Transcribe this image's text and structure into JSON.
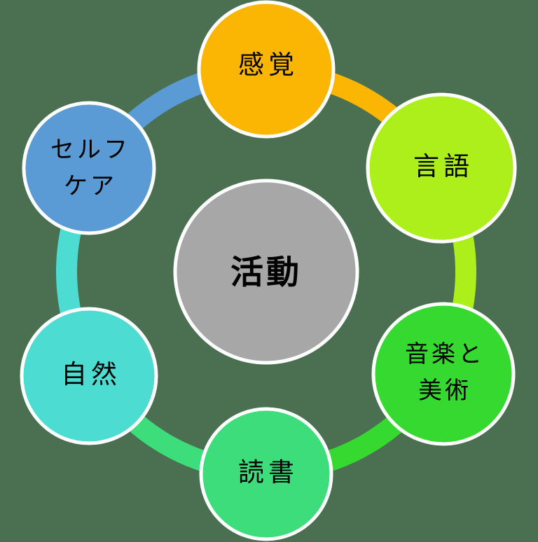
{
  "diagram": {
    "type": "cycle",
    "background_color": "#4A6F51",
    "center_node": {
      "label": "活動",
      "fill": "#A7A7A7",
      "border_color": "#FFFFFF",
      "text_color": "#000000"
    },
    "nodes": [
      {
        "id": "sensory",
        "label": "感覚",
        "lines": [
          "感覚"
        ],
        "fill": "#FBB503",
        "position": "top"
      },
      {
        "id": "language",
        "label": "言語",
        "lines": [
          "言語"
        ],
        "fill": "#ADEF1A",
        "position": "top-right"
      },
      {
        "id": "music-art",
        "label": "音楽と美術",
        "lines": [
          "音楽と",
          "美術"
        ],
        "fill": "#36D92F",
        "position": "bottom-right"
      },
      {
        "id": "reading",
        "label": "読書",
        "lines": [
          "読書"
        ],
        "fill": "#3EDD7C",
        "position": "bottom"
      },
      {
        "id": "nature",
        "label": "自然",
        "lines": [
          "自然"
        ],
        "fill": "#4DDCD1",
        "position": "bottom-left"
      },
      {
        "id": "self-care",
        "label": "セルフケア",
        "lines": [
          "セルフ",
          "ケア"
        ],
        "fill": "#5B9BD5",
        "position": "top-left"
      }
    ],
    "connectors": [
      {
        "from": "sensory",
        "to": "language",
        "color": "#FBB503"
      },
      {
        "from": "language",
        "to": "music-art",
        "color": "#ADEF1A"
      },
      {
        "from": "music-art",
        "to": "reading",
        "color": "#36D92F"
      },
      {
        "from": "reading",
        "to": "nature",
        "color": "#3EDD7C"
      },
      {
        "from": "nature",
        "to": "self-care",
        "color": "#4DDCD1"
      },
      {
        "from": "self-care",
        "to": "sensory",
        "color": "#5B9BD5"
      }
    ]
  }
}
